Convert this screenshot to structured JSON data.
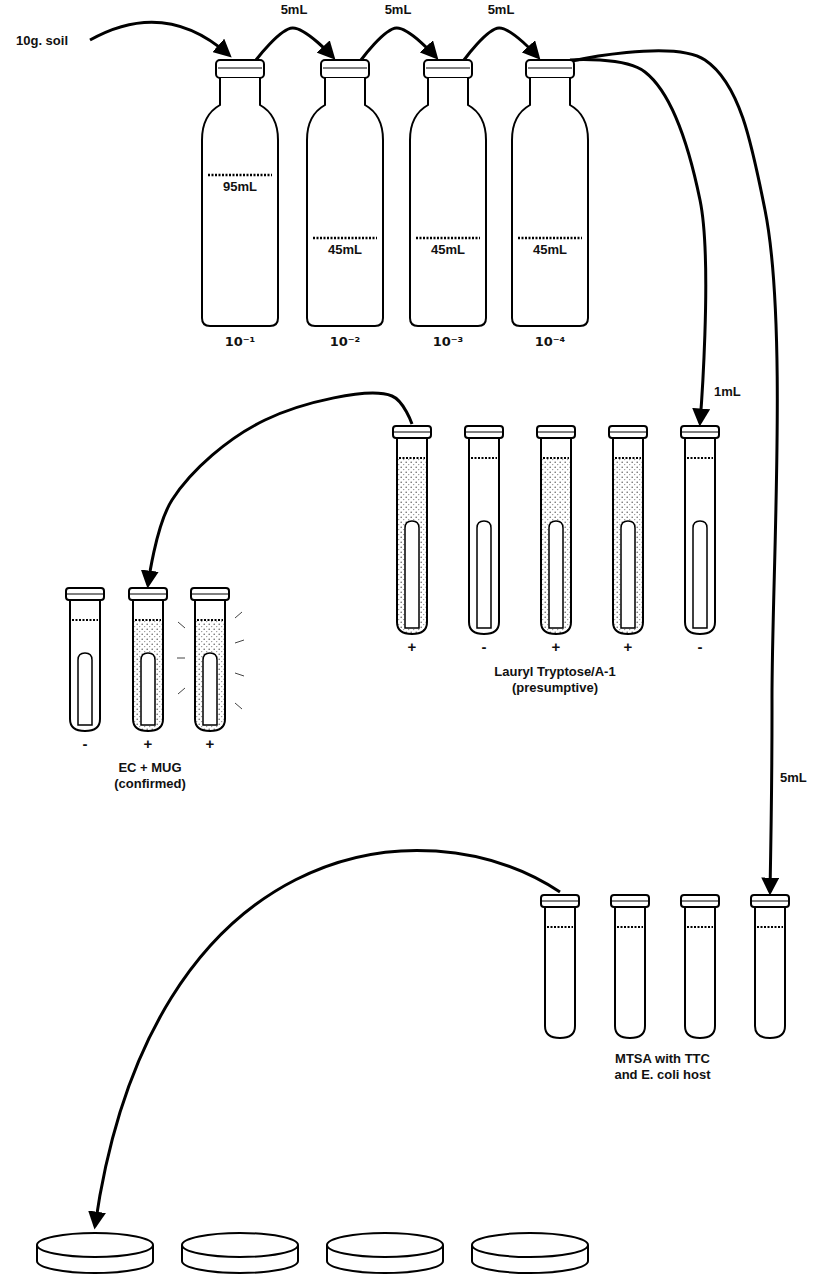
{
  "diagram": {
    "nodes": [
      {
        "text": [
          "95mL",
          "10⁻¹"
        ]
      },
      {
        "text": [
          "45mL",
          "10⁻²"
        ]
      },
      {
        "text": [
          "45mL",
          "10⁻³"
        ]
      },
      {
        "text": [
          "45mL",
          "10⁻⁴"
        ]
      },
      {
        "text": [
          "Lauryl Tryptose/A-1 (presumptive)"
        ]
      },
      {
        "text": [
          "+"
        ],
        "in": 4
      },
      {
        "text": [
          "-"
        ],
        "in": 4
      },
      {
        "text": [
          "+"
        ],
        "in": 4
      },
      {
        "text": [
          "+"
        ],
        "in": 4
      },
      {
        "text": [
          "-"
        ],
        "in": 4
      },
      {
        "text": [
          "EC + MUG (confirmed)"
        ]
      },
      {
        "text": [
          "-"
        ],
        "in": 10
      },
      {
        "text": [
          "+"
        ],
        "in": 10
      },
      {
        "text": [
          "+"
        ],
        "in": 10
      },
      {
        "text": [
          "MTSA with TTC and E. coli host"
        ]
      }
    ],
    "edges": [
      {
        "from": 0,
        "to": 1,
        "label": "5mL",
        "arrow": "to"
      },
      {
        "from": 1,
        "to": 2,
        "label": "5mL",
        "arrow": "to"
      },
      {
        "from": 2,
        "to": 3,
        "label": "5mL",
        "arrow": "to"
      },
      {
        "from": 3,
        "to": 9,
        "label": "1mL",
        "arrow": "to"
      },
      {
        "from": 5,
        "to": 12,
        "arrow": "to"
      },
      {
        "from": 3,
        "to": 14,
        "label": "5mL",
        "arrow": "to"
      }
    ],
    "labels": [
      "10g. soil"
    ]
  }
}
